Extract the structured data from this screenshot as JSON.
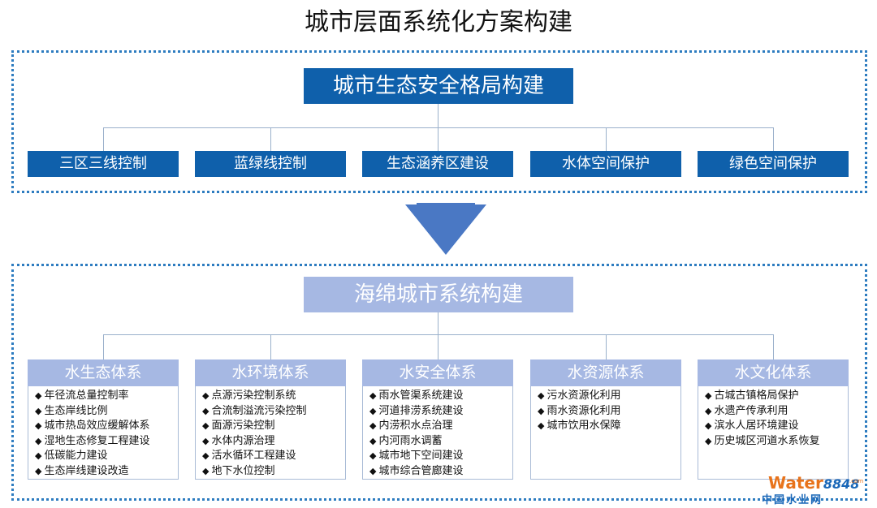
{
  "title": "城市层面系统化方案构建",
  "top_section": {
    "main": "城市生态安全格局构建",
    "items": [
      "三区三线控制",
      "蓝绿线控制",
      "生态涵养区建设",
      "水体空间保护",
      "绿色空间保护"
    ]
  },
  "bottom_section": {
    "main": "海绵城市系统构建",
    "systems": [
      {
        "title": "水生态体系",
        "items": [
          "年径流总量控制率",
          "生态岸线比例",
          "城市热岛效应缓解体系",
          "湿地生态修复工程建设",
          "低碳能力建设",
          "生态岸线建设改造"
        ]
      },
      {
        "title": "水环境体系",
        "items": [
          "点源污染控制系统",
          "合流制溢流污染控制",
          "面源污染控制",
          "水体内源治理",
          "活水循环工程建设",
          "地下水位控制"
        ]
      },
      {
        "title": "水安全体系",
        "items": [
          "雨水管渠系统建设",
          "河道排涝系统建设",
          "内涝积水点治理",
          "内河雨水调蓄",
          "城市地下空间建设",
          "城市综合管廊建设"
        ]
      },
      {
        "title": "水资源体系",
        "items": [
          "污水资源化利用",
          "雨水资源化利用",
          "城市饮用水保障"
        ]
      },
      {
        "title": "水文化体系",
        "items": [
          "古城古镇格局保护",
          "水遗产传承利用",
          "滨水人居环境建设",
          "历史城区河道水系恢复"
        ]
      }
    ]
  },
  "watermark": {
    "brand_a": "Water",
    "brand_b": "8848",
    "com": ".com",
    "cn": "中国水业网"
  },
  "colors": {
    "dark_blue": "#0f60ab",
    "light_blue": "#a6b8e3",
    "arrow": "#4a78c4",
    "border": "#2d7cc0"
  }
}
